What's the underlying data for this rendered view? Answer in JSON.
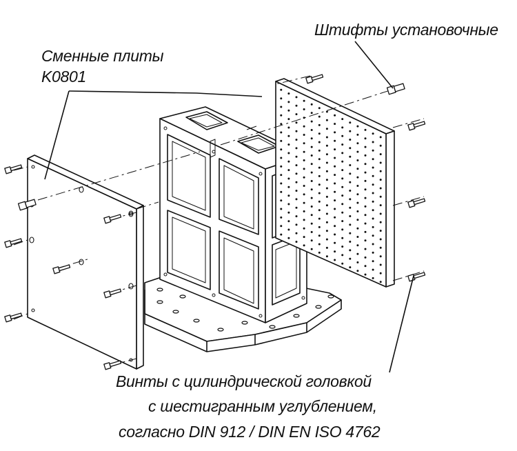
{
  "labels": {
    "plates_line1": "Сменные плиты",
    "plates_line2": "K0801",
    "pins": "Штифты установочные",
    "screws_line1": "Винты с цилиндрической головкой",
    "screws_line2": "с шестигранным углублением,",
    "screws_line3": "согласно DIN 912 / DIN EN ISO 4762"
  }
}
